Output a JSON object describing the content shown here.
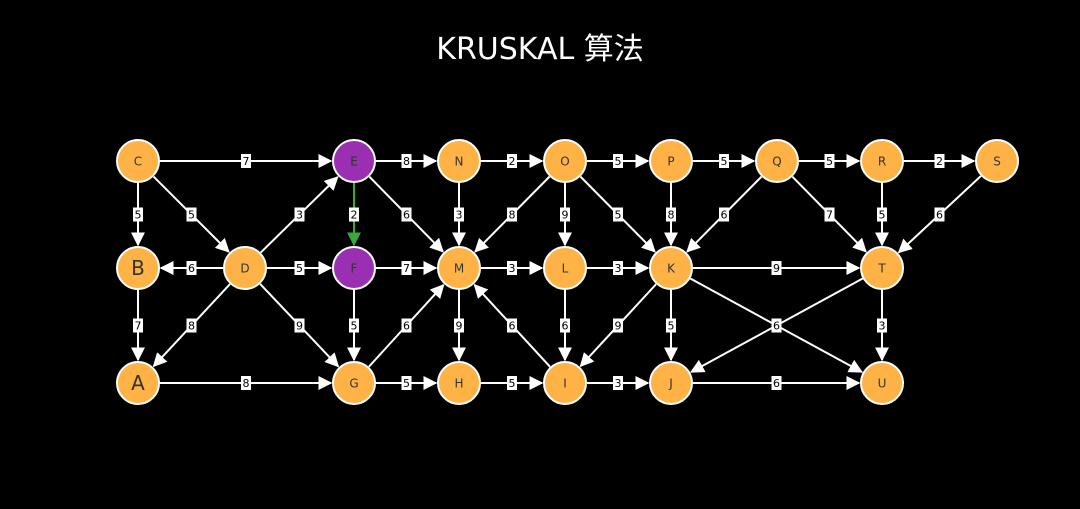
{
  "title": "KRUSKAL 算法",
  "colors": {
    "background": "#000000",
    "node_default": "#ffb347",
    "node_selected": "#9a2fb2",
    "edge_default": "#ffffff",
    "edge_selected": "#3aa83a"
  },
  "nodes": [
    {
      "id": "C",
      "label": "C",
      "state": "default"
    },
    {
      "id": "E",
      "label": "E",
      "state": "selected"
    },
    {
      "id": "N",
      "label": "N",
      "state": "default"
    },
    {
      "id": "O",
      "label": "O",
      "state": "default"
    },
    {
      "id": "P",
      "label": "P",
      "state": "default"
    },
    {
      "id": "Q",
      "label": "Q",
      "state": "default"
    },
    {
      "id": "R",
      "label": "R",
      "state": "default"
    },
    {
      "id": "S",
      "label": "S",
      "state": "default"
    },
    {
      "id": "B",
      "label": "B",
      "state": "default"
    },
    {
      "id": "D",
      "label": "D",
      "state": "default"
    },
    {
      "id": "F",
      "label": "F",
      "state": "selected"
    },
    {
      "id": "M",
      "label": "M",
      "state": "default"
    },
    {
      "id": "L",
      "label": "L",
      "state": "default"
    },
    {
      "id": "K",
      "label": "K",
      "state": "default"
    },
    {
      "id": "T",
      "label": "T",
      "state": "default"
    },
    {
      "id": "A",
      "label": "A",
      "state": "default"
    },
    {
      "id": "G",
      "label": "G",
      "state": "default"
    },
    {
      "id": "H",
      "label": "H",
      "state": "default"
    },
    {
      "id": "I",
      "label": "I",
      "state": "default"
    },
    {
      "id": "J",
      "label": "J",
      "state": "default"
    },
    {
      "id": "U",
      "label": "U",
      "state": "default"
    }
  ],
  "edges": [
    {
      "from": "C",
      "to": "E",
      "weight": "7"
    },
    {
      "from": "E",
      "to": "N",
      "weight": "8"
    },
    {
      "from": "N",
      "to": "O",
      "weight": "2"
    },
    {
      "from": "O",
      "to": "P",
      "weight": "5"
    },
    {
      "from": "P",
      "to": "Q",
      "weight": "5"
    },
    {
      "from": "Q",
      "to": "R",
      "weight": "5"
    },
    {
      "from": "R",
      "to": "S",
      "weight": "2"
    },
    {
      "from": "C",
      "to": "B",
      "weight": "5"
    },
    {
      "from": "C",
      "to": "D",
      "weight": "5"
    },
    {
      "from": "D",
      "to": "E",
      "weight": "3"
    },
    {
      "from": "E",
      "to": "F",
      "weight": "2",
      "state": "selected"
    },
    {
      "from": "E",
      "to": "M",
      "weight": "6"
    },
    {
      "from": "N",
      "to": "M",
      "weight": "3"
    },
    {
      "from": "O",
      "to": "M",
      "weight": "8"
    },
    {
      "from": "O",
      "to": "L",
      "weight": "9"
    },
    {
      "from": "O",
      "to": "K",
      "weight": "5"
    },
    {
      "from": "P",
      "to": "K",
      "weight": "8"
    },
    {
      "from": "Q",
      "to": "K",
      "weight": "6"
    },
    {
      "from": "Q",
      "to": "T",
      "weight": "7"
    },
    {
      "from": "R",
      "to": "T",
      "weight": "5"
    },
    {
      "from": "S",
      "to": "T",
      "weight": "6"
    },
    {
      "from": "D",
      "to": "B",
      "weight": "6"
    },
    {
      "from": "D",
      "to": "F",
      "weight": "5"
    },
    {
      "from": "F",
      "to": "M",
      "weight": "7"
    },
    {
      "from": "M",
      "to": "L",
      "weight": "3"
    },
    {
      "from": "L",
      "to": "K",
      "weight": "3"
    },
    {
      "from": "K",
      "to": "T",
      "weight": "9"
    },
    {
      "from": "B",
      "to": "A",
      "weight": "7"
    },
    {
      "from": "D",
      "to": "A",
      "weight": "8"
    },
    {
      "from": "D",
      "to": "G",
      "weight": "9"
    },
    {
      "from": "F",
      "to": "G",
      "weight": "5"
    },
    {
      "from": "G",
      "to": "M",
      "weight": "6"
    },
    {
      "from": "M",
      "to": "H",
      "weight": "9"
    },
    {
      "from": "I",
      "to": "M",
      "weight": "6"
    },
    {
      "from": "L",
      "to": "I",
      "weight": "6"
    },
    {
      "from": "K",
      "to": "I",
      "weight": "9"
    },
    {
      "from": "K",
      "to": "J",
      "weight": "5"
    },
    {
      "from": "K",
      "to": "U",
      "weight": "6"
    },
    {
      "from": "T",
      "to": "J",
      "weight": "6"
    },
    {
      "from": "T",
      "to": "U",
      "weight": "3"
    },
    {
      "from": "A",
      "to": "G",
      "weight": "8"
    },
    {
      "from": "G",
      "to": "H",
      "weight": "5"
    },
    {
      "from": "H",
      "to": "I",
      "weight": "5"
    },
    {
      "from": "I",
      "to": "J",
      "weight": "3"
    },
    {
      "from": "J",
      "to": "U",
      "weight": "6"
    }
  ]
}
